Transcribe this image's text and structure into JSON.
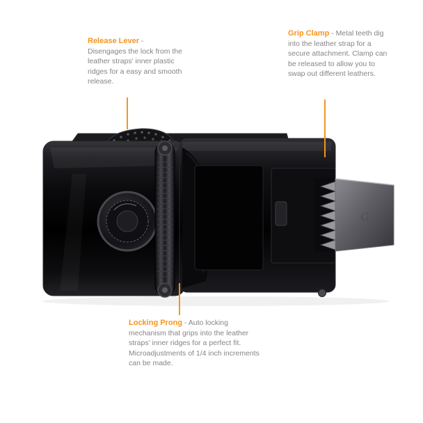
{
  "colors": {
    "accent": "#F7941D",
    "body_text": "#858585",
    "background": "#FFFFFF"
  },
  "annotations": {
    "release_lever": {
      "title": "Release Lever",
      "body": "- Disengages the lock from the leather straps' inner plastic ridges for a easy and smooth release."
    },
    "grip_clamp": {
      "title": "Grip Clamp",
      "body": "- Metal teeth dig into the leather strap for a secure attachment. Clamp can be released to allow you to swap out different leathers."
    },
    "locking_prong": {
      "title": "Locking Prong",
      "body": "- Auto locking mechanism that grips into the leather straps' inner ridges for a perfect fit. Microadjustments of 1/4 inch increments can be made."
    }
  },
  "product": {
    "engraving": "G"
  }
}
